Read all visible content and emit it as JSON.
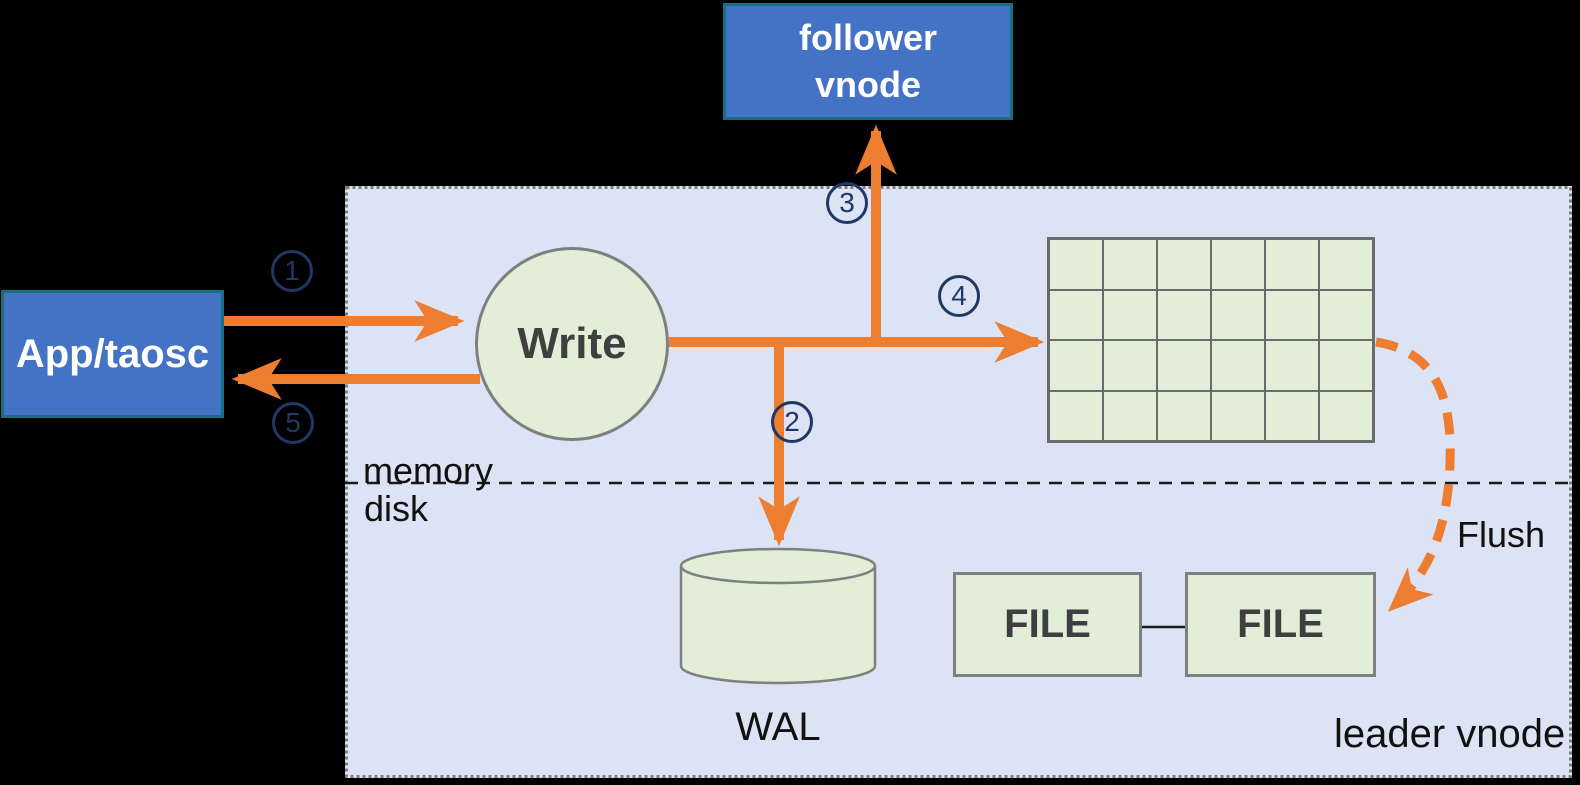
{
  "colors": {
    "orange": "#ED7D31",
    "navy": "#1F3864",
    "box_blue": "#4472C4",
    "box_blue_border": "#17707F",
    "panel_fill": "#DBE3F4",
    "panel_border": "#7F7F7F",
    "shape_green": "#E3EED8",
    "shape_border": "#7F7F7F",
    "grid_line": "#6B6B6B",
    "text_dark": "#3F3F3F",
    "text_black": "#111111"
  },
  "nodes": {
    "app": {
      "label": "App/taosc"
    },
    "follower": {
      "line1": "follower",
      "line2": "vnode"
    },
    "write": {
      "label": "Write"
    },
    "wal": {
      "label": "WAL"
    },
    "file1": {
      "label": "FILE"
    },
    "file2": {
      "label": "FILE"
    }
  },
  "labels": {
    "memory": "memory",
    "disk": "disk",
    "flush": "Flush",
    "leader_vnode": "leader vnode"
  },
  "steps": {
    "s1": "1",
    "s2": "2",
    "s3": "3",
    "s4": "4",
    "s5": "5"
  },
  "grid": {
    "rows": 4,
    "cols": 6
  }
}
